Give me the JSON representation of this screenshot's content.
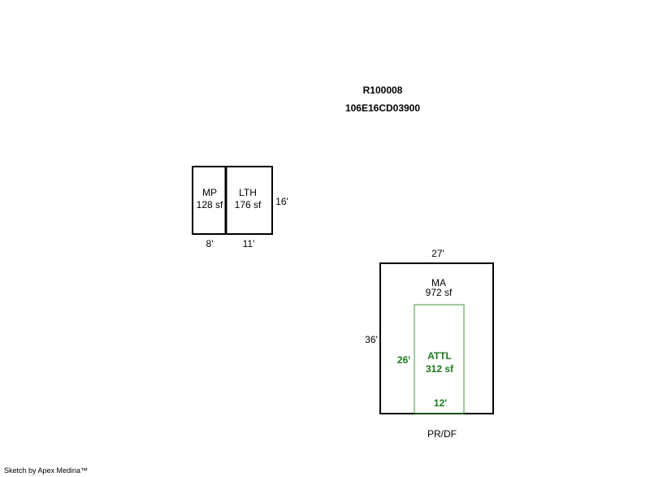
{
  "header": {
    "parcel_id": "R100008",
    "map_number": "106E16CD03900"
  },
  "areas": {
    "mp": {
      "code": "MP",
      "area": "128 sf"
    },
    "lth": {
      "code": "LTH",
      "area": "176 sf"
    },
    "ma": {
      "code": "MA",
      "area": "972 sf"
    },
    "attl": {
      "code": "ATTL",
      "area": "312 sf"
    }
  },
  "dimensions": {
    "mp_width": "8'",
    "lth_width": "11'",
    "mp_lth_depth": "16'",
    "ma_width": "27'",
    "ma_depth": "36'",
    "attl_depth": "26'",
    "attl_width": "12'"
  },
  "labels": {
    "pr_df": "PR/DF"
  },
  "footer": {
    "credit": "Sketch by Apex Medina™"
  },
  "colors": {
    "outline": "#000000",
    "attl_outline": "#3a9a3a",
    "attl_text": "#1a7a1a"
  }
}
